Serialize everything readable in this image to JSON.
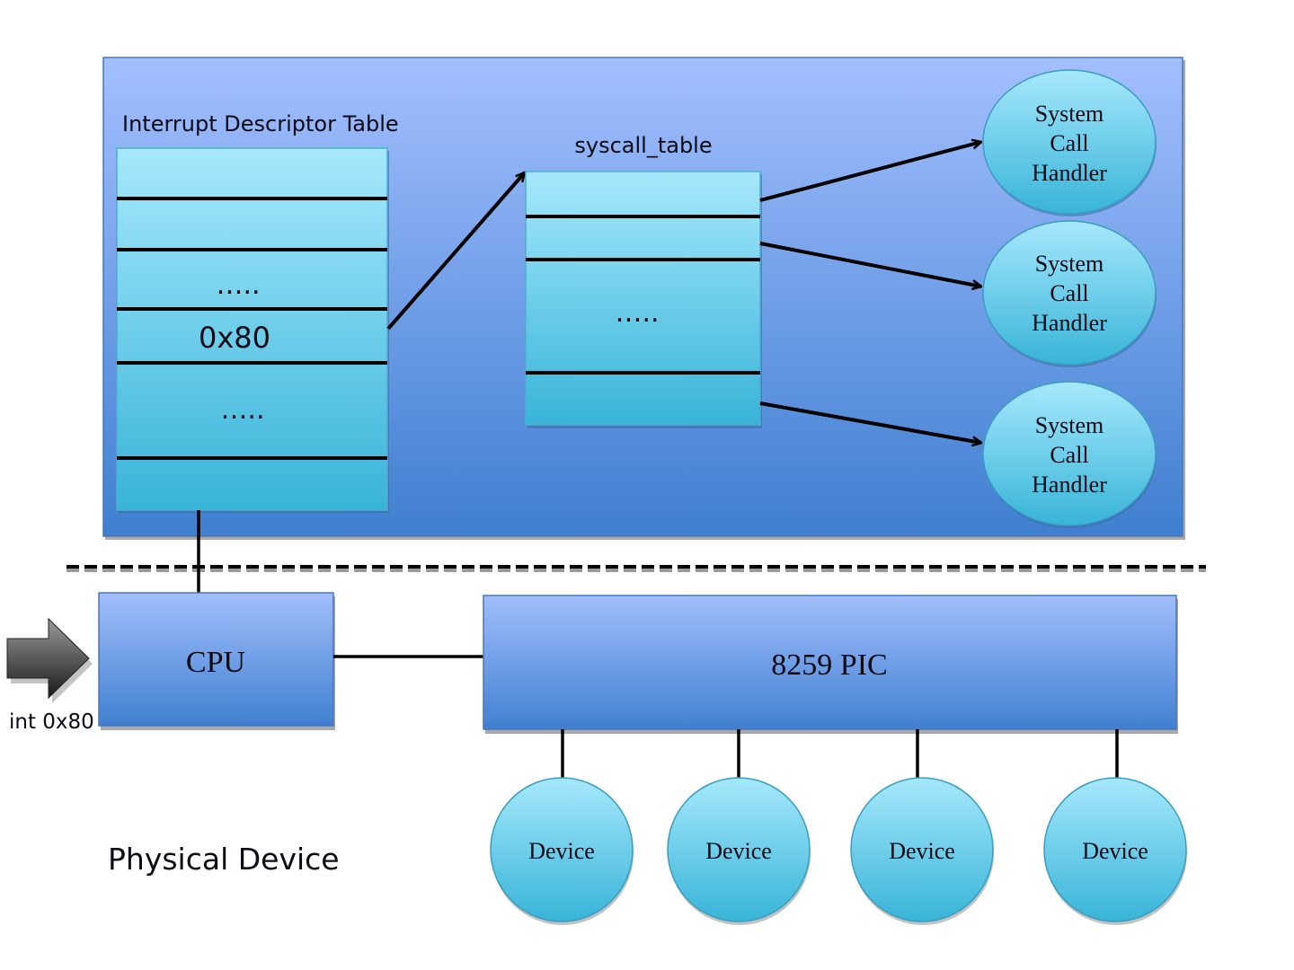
{
  "kernel": {
    "idt": {
      "title": "Interrupt Descriptor Table",
      "rows": [
        "",
        "",
        "…..",
        "0x80",
        "…..",
        ""
      ]
    },
    "syscall_table": {
      "title": "syscall_table",
      "rows": [
        "",
        "",
        "…..",
        ""
      ]
    },
    "handlers": [
      {
        "label_lines": [
          "System",
          "Call",
          "Handler"
        ]
      },
      {
        "label_lines": [
          "System",
          "Call",
          "Handler"
        ]
      },
      {
        "label_lines": [
          "System",
          "Call",
          "Handler"
        ]
      }
    ]
  },
  "hardware": {
    "section_label": "Physical Device",
    "cpu_label": "CPU",
    "interrupt_label": "int 0x80",
    "pic_label": "8259 PIC",
    "devices": [
      "Device",
      "Device",
      "Device",
      "Device"
    ]
  },
  "colors": {
    "panel_top": "#a3bfff",
    "panel_bottom": "#3f7fd0",
    "cell_top": "#a6e8fc",
    "cell_bottom": "#38b4d8",
    "line": "#000000"
  }
}
